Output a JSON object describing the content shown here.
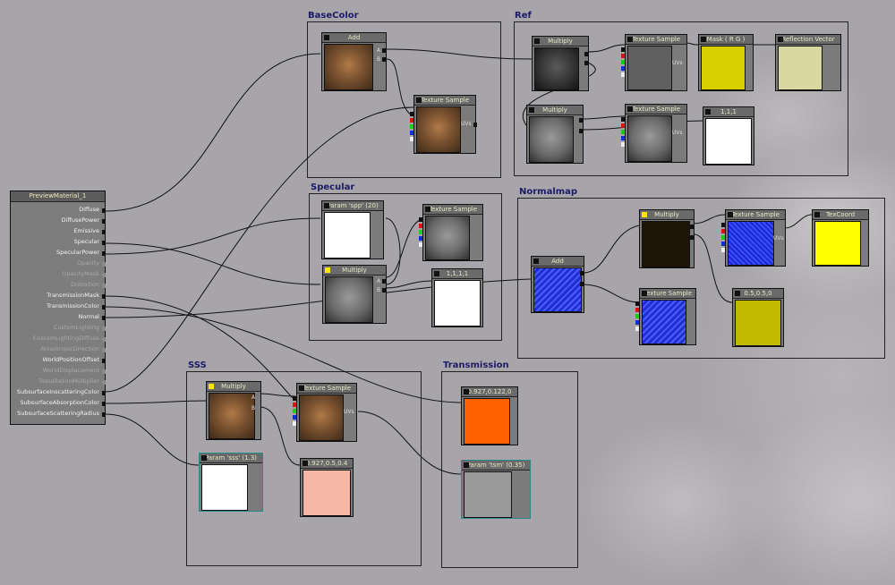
{
  "material": {
    "title": "PreviewMaterial_1",
    "inputs": [
      {
        "label": "Diffuse",
        "active": true
      },
      {
        "label": "DiffusePower",
        "active": true
      },
      {
        "label": "Emissive",
        "active": true
      },
      {
        "label": "Specular",
        "active": true
      },
      {
        "label": "SpecularPower",
        "active": true
      },
      {
        "label": "Opacity",
        "active": false
      },
      {
        "label": "OpacityMask",
        "active": false
      },
      {
        "label": "Distortion",
        "active": false
      },
      {
        "label": "TransmissionMask",
        "active": true
      },
      {
        "label": "TransmissionColor",
        "active": true
      },
      {
        "label": "Normal",
        "active": true
      },
      {
        "label": "CustomLighting",
        "active": false
      },
      {
        "label": "CustomLightingDiffuse",
        "active": false
      },
      {
        "label": "AnisotropicDirection",
        "active": false
      },
      {
        "label": "WorldPositionOffset",
        "active": true
      },
      {
        "label": "WorldDisplacement",
        "active": false
      },
      {
        "label": "TessellationMultiplier",
        "active": false
      },
      {
        "label": "SubsurfaceInscatteringColor",
        "active": true
      },
      {
        "label": "SubsurfaceAbsorptionColor",
        "active": true
      },
      {
        "label": "SubsurfaceScatteringRadius",
        "active": true
      }
    ]
  },
  "groups": {
    "basecolor": "BaseColor",
    "ref": "Ref",
    "specular": "Specular",
    "normalmap": "Normalmap",
    "sss": "SSS",
    "transmission": "Transmission"
  },
  "nodes": {
    "add_base": "Add",
    "tex_base": "Texture Sample",
    "mul_ref1": "Multiply",
    "tex_ref1": "Texture Sample",
    "mask_rg": "Mask ( R G )",
    "reflvec": "Reflection Vector",
    "mul_ref2": "Multiply",
    "tex_ref2": "Texture Sample",
    "const_111_ref": "1,1,1",
    "param_spp": "Param 'spp' (20)",
    "tex_spec": "Texture Sample",
    "mul_spec": "Multiply",
    "const_1111": "1,1,1,1",
    "add_norm": "Add",
    "mul_norm": "Multiply",
    "tex_norm1": "Texture Sample",
    "texcoord": "TexCoord",
    "tex_norm2": "Texture Sample",
    "const_0505": "0.5,0.5,0",
    "mul_sss": "Multiply",
    "tex_sss": "Texture Sample",
    "param_sss": "Param 'sss' (1.3)",
    "const_sss": "0.927,0.5,0.4",
    "const_trans": "0.927,0.122,0",
    "param_tsm": "Param 'tsm' (0.35)"
  },
  "pin_labels": {
    "a": "A",
    "b": "B",
    "uvs": "UVs"
  },
  "colors": {
    "background": "#a7a5a9",
    "group_title": "#1b1b66",
    "mask_yellow": "#d8d000",
    "reflection_vector": "#d8d8a0",
    "normal_blue": "#2030ff",
    "texcoord_yellow": "#ffff00",
    "const_0505": "#c2ba00",
    "trans_orange": "#ff6000",
    "sss_pink": "#f6b8a4",
    "tsm_gray": "#9a9a9a"
  },
  "icons": [
    "node-header-square-icon",
    "pin-red-icon",
    "pin-green-icon",
    "pin-blue-icon",
    "pin-alpha-icon"
  ]
}
